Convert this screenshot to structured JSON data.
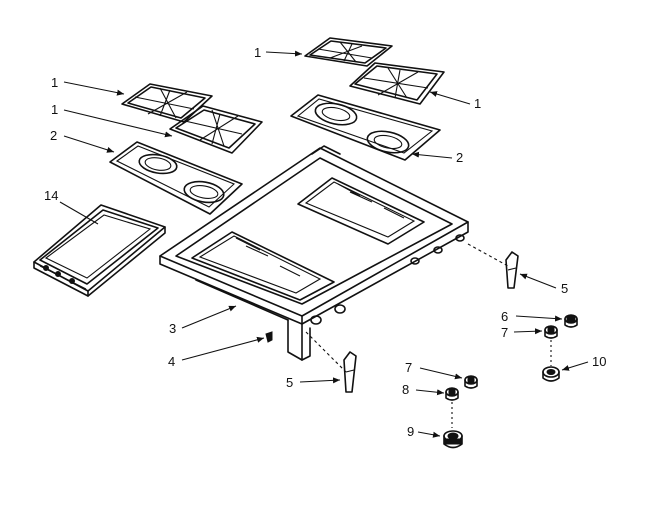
{
  "callouts": {
    "grate_top_right_a": "1",
    "grate_top_right_b": "1",
    "grate_left_a": "1",
    "grate_left_b": "1",
    "burner_plate_left": "2",
    "burner_plate_right": "2",
    "frame": "3",
    "screw": "4",
    "bracket_left": "5",
    "bracket_right": "5",
    "knob_right_upper": "6",
    "knob_right_lower": "7",
    "knob_left_upper": "7",
    "knob_left_lower": "8",
    "knob_large": "9",
    "foot": "10",
    "griddle": "14"
  },
  "colors": {
    "line": "#111111",
    "background": "#ffffff"
  }
}
